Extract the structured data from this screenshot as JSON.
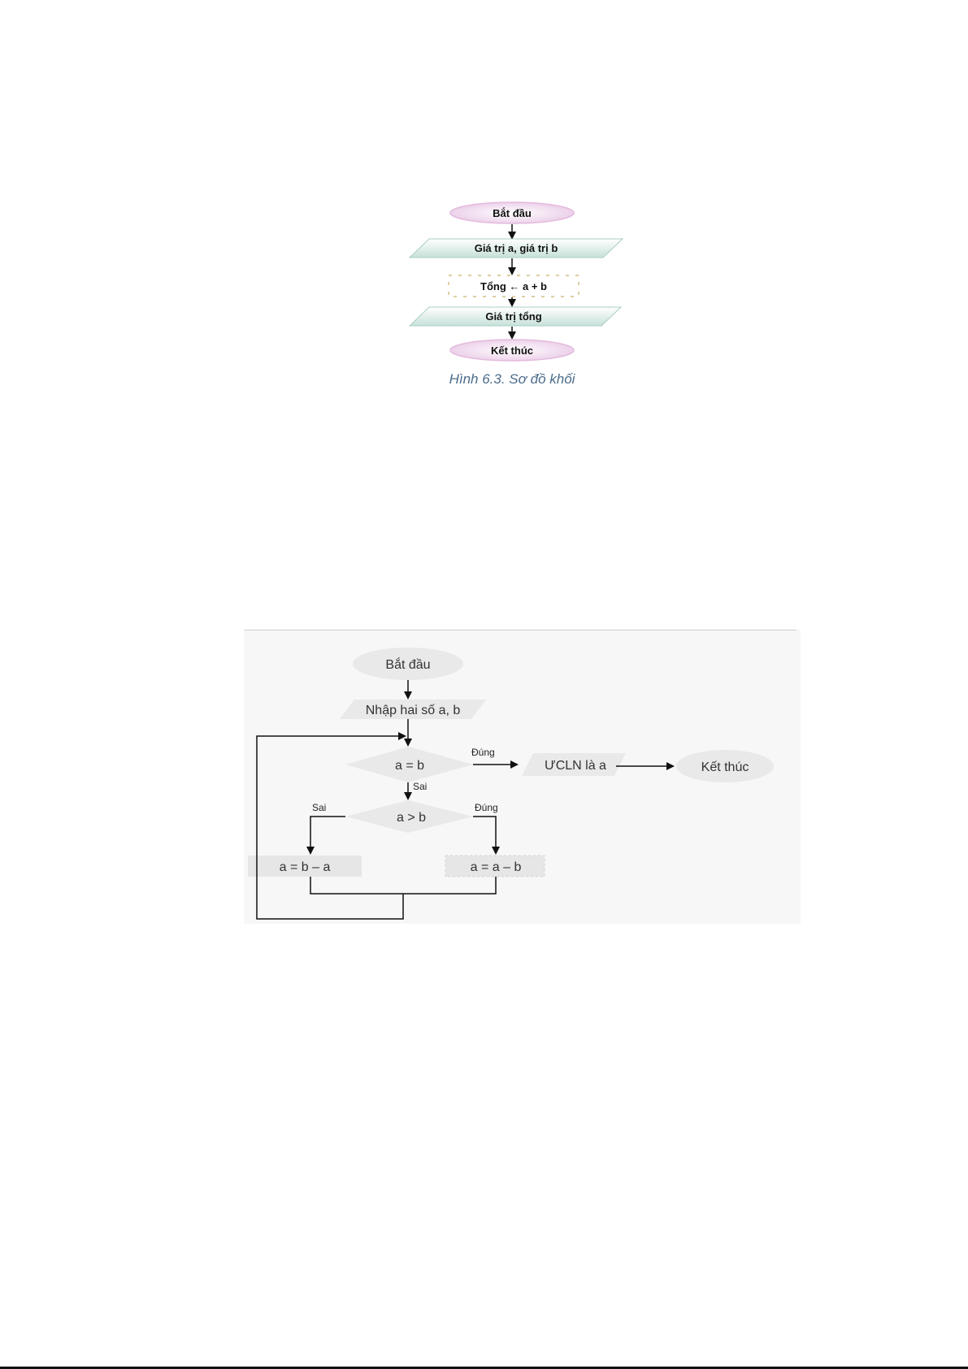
{
  "figure1": {
    "nodes": {
      "start": "Bắt đầu",
      "input": "Giá trị a, giá trị b",
      "process": "Tổng ← a + b",
      "output": "Giá trị tổng",
      "end": "Kết thúc"
    },
    "caption": "Hình 6.3. Sơ đồ khối"
  },
  "figure2": {
    "nodes": {
      "start": "Bắt đầu",
      "input": "Nhập hai số a, b",
      "cond_equal": "a = b",
      "output": "ƯCLN là a",
      "end": "Kết thúc",
      "cond_greater": "a > b",
      "left_process": "a = b – a",
      "right_process": "a = a – b"
    },
    "edges": {
      "equal_true": "Đúng",
      "equal_false": "Sai",
      "greater_false": "Sai",
      "greater_true": "Đúng"
    }
  },
  "colors": {
    "fig1_ellipse": "#f2d9ee",
    "fig1_parallelogram": "#d5eae4",
    "fig1_process_dash": "#c8b56a",
    "fig2_shape": "#e9e9e9",
    "fig2_background": "#f7f7f7",
    "arrow": "#111111"
  }
}
